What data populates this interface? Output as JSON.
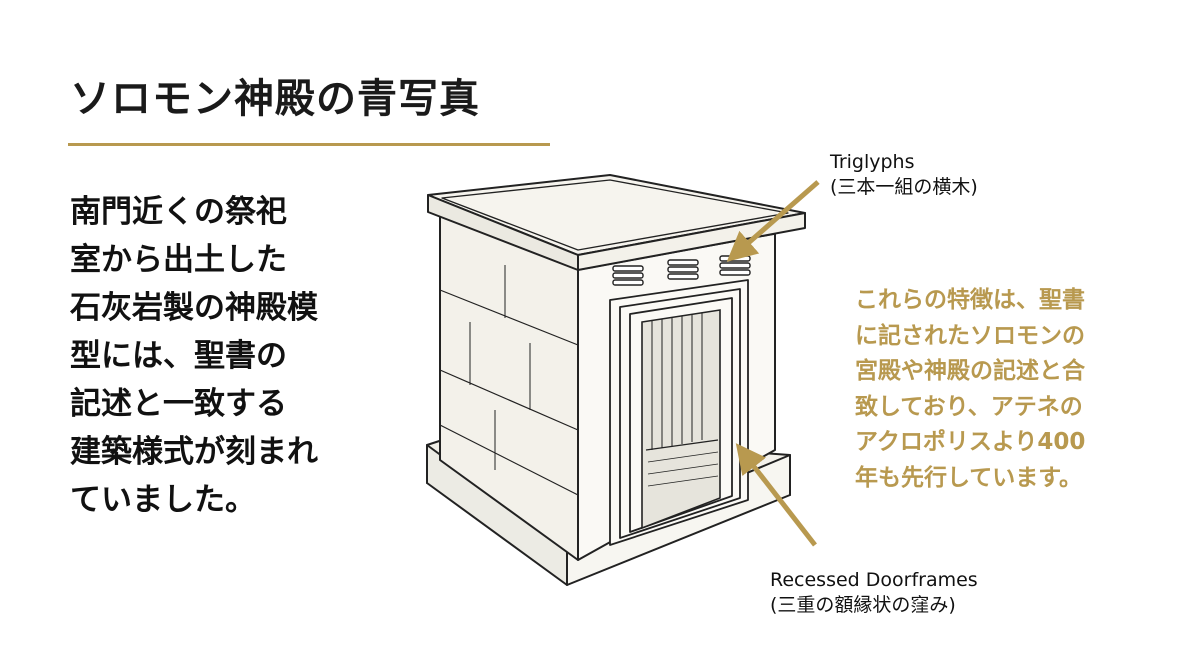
{
  "title": "ソロモン神殿の青写真",
  "left_text_lines": [
    "南門近くの祭祀",
    "室から出土した",
    "石灰岩製の神殿模",
    "型には、聖書の",
    "記述と一致する",
    "建築様式が刻まれ",
    "ていました。"
  ],
  "right_text_lines": [
    "これらの特徴は、聖書",
    "に記されたソロモンの",
    "宮殿や神殿の記述と合",
    "致しており、アテネの",
    "アクロポリスより400",
    "年も先行しています。"
  ],
  "labels": {
    "triglyphs": {
      "line1": "Triglyphs",
      "line2": "(三本一組の横木)"
    },
    "doorframes": {
      "line1": "Recessed Doorframes",
      "line2": "(三重の額縁状の窪み)"
    }
  },
  "colors": {
    "accent_gold": "#b8994f",
    "text_dark": "#111111",
    "line_dark": "#222222"
  }
}
